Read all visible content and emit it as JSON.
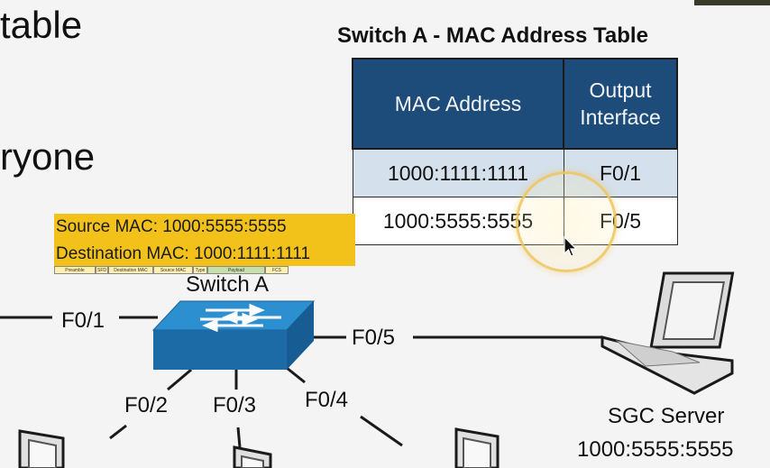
{
  "slide": {
    "partial_title": "table",
    "partial_text": "ryone"
  },
  "mac_table": {
    "title": "Switch A - MAC Address Table",
    "col_mac": "MAC Address",
    "col_iface_line1": "Output",
    "col_iface_line2": "Interface",
    "rows": [
      {
        "mac": "1000:1111:1111",
        "iface": "F0/1"
      },
      {
        "mac": "1000:5555:5555",
        "iface": "F0/5"
      }
    ]
  },
  "frame": {
    "source": "Source MAC: 1000:5555:5555",
    "destination": "Destination MAC: 1000:1111:1111",
    "fields": [
      "Preamble",
      "SFD",
      "Destination MAC",
      "Source MAC",
      "Type",
      "Payload",
      "FCS"
    ]
  },
  "diagram": {
    "switch_label": "Switch A",
    "ports": {
      "f01": "F0/1",
      "f02": "F0/2",
      "f03": "F0/3",
      "f04": "F0/4",
      "f05": "F0/5"
    },
    "server_name": "SGC Server",
    "server_mac": "1000:5555:5555"
  },
  "colors": {
    "table_header": "#1e4c7a",
    "row_highlight": "#d4e0ec",
    "frame_box": "#f2c21a",
    "switch_top": "#2c8fd0",
    "switch_side": "#1c6aa6"
  }
}
